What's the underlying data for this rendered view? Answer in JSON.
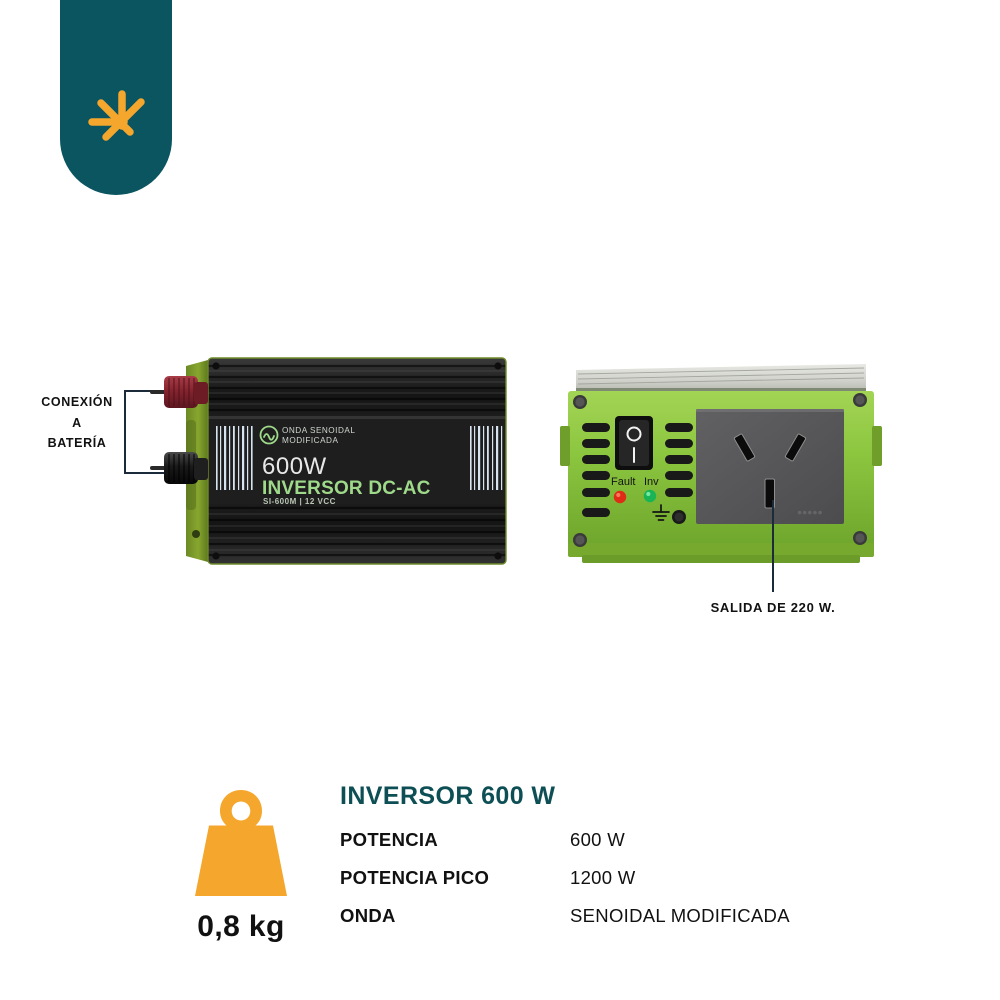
{
  "brand": {
    "logo_shape": "rounded-bottom-teal-badge",
    "logo_mark_icon": "orange-asterisk-arrow-icon",
    "teal": "#0a5560",
    "orange": "#F5A62C"
  },
  "callouts": {
    "battery": {
      "lines": [
        "CONEXIÓN",
        "A",
        "BATERÍA"
      ],
      "text": "CONEXIÓN A BATERÍA",
      "bracket_icon": "bracket-left-icon"
    },
    "outlet": {
      "text": "SALIDA DE 220 W.",
      "leader_icon": "leader-line-icon"
    }
  },
  "product_front": {
    "alt": "Inversor DC-AC 600W vista frontal, carcasa de aluminio negro con tapa verde",
    "badge_text_line1": "ONDA SENOIDAL",
    "badge_text_line2": "MODIFICADA",
    "badge_icon": "sine-wave-circle-icon",
    "watts": "600W",
    "model_title": "INVERSOR DC-AC",
    "model_code": "SI-600M | 12 VCC",
    "terminal_positive_icon": "red-battery-terminal-icon",
    "terminal_negative_icon": "black-battery-terminal-icon",
    "colors": {
      "body": "#1c1c1c",
      "endplate_green": "#7a9a2e",
      "accent_green": "#9FD98A",
      "terminal_red": "#8e2733",
      "terminal_black": "#141414"
    }
  },
  "product_rear": {
    "alt": "Inversor vista trasera, chasis verde con interruptor, LEDs y tomacorriente",
    "switch_icon": "rocker-switch-icon",
    "switch_off_label": "O",
    "switch_on_label": "I",
    "led_fault_label": "Fault",
    "led_inv_label": "Inv",
    "led_fault_icon": "red-led-icon",
    "led_inv_icon": "green-led-icon",
    "ground_icon": "earth-ground-icon",
    "ground_screw_icon": "ground-screw-icon",
    "outlet_icon": "ar-type-i-socket-icon",
    "vent_icon": "vent-slot-icon",
    "colors": {
      "chassis_green": "#8ec63f",
      "top_silver": "#d9dad4",
      "socket_grey": "#58585a"
    }
  },
  "specs": {
    "title": "INVERSOR 600 W",
    "weight_icon": "weight-kettlebell-icon",
    "weight_value": "0,8 kg",
    "rows": [
      {
        "label": "POTENCIA",
        "value": "600 W"
      },
      {
        "label": "POTENCIA PICO",
        "value": "1200 W"
      },
      {
        "label": "ONDA",
        "value": "SENOIDAL MODIFICADA"
      }
    ]
  }
}
